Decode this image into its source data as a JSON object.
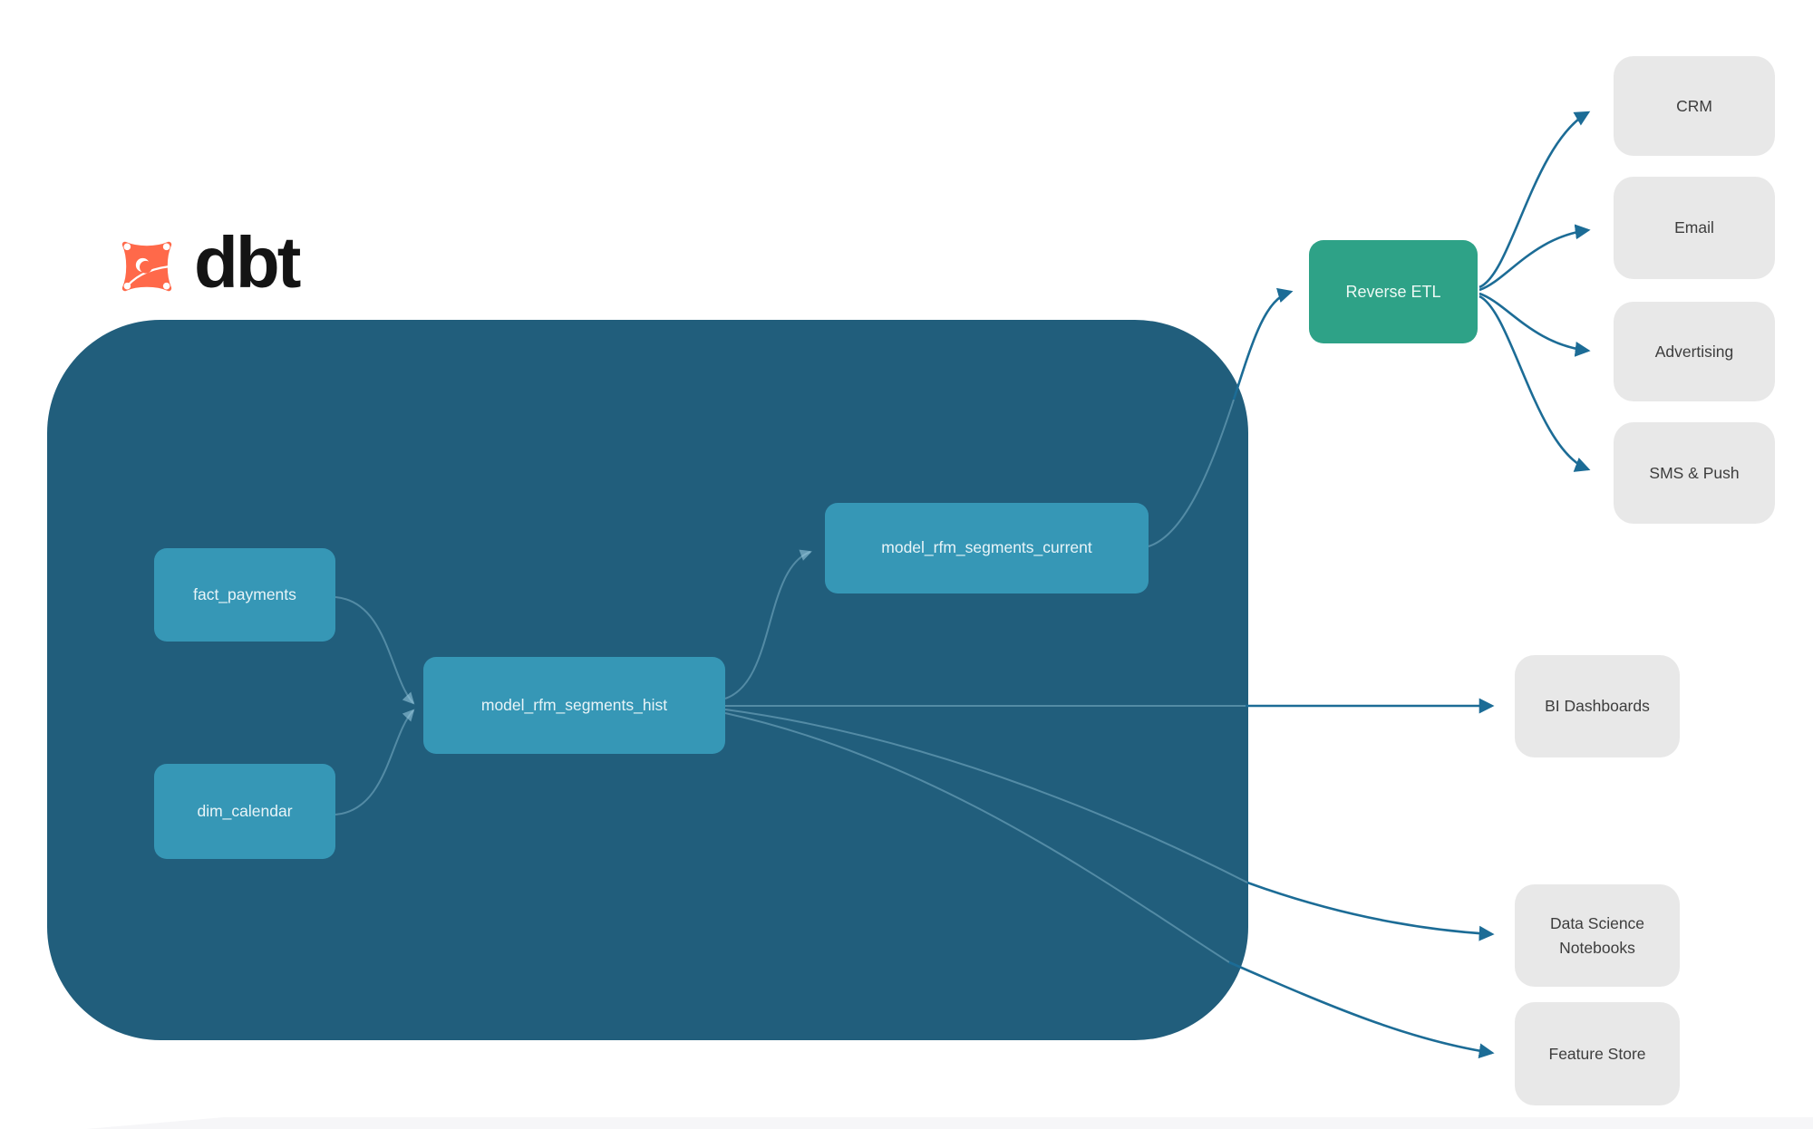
{
  "logo": {
    "brand": "dbt"
  },
  "diagram": {
    "models": [
      {
        "id": "fact_payments",
        "label": "fact_payments"
      },
      {
        "id": "dim_calendar",
        "label": "dim_calendar"
      },
      {
        "id": "model_rfm_segments_hist",
        "label": "model_rfm_segments_hist"
      },
      {
        "id": "model_rfm_segments_current",
        "label": "model_rfm_segments_current"
      }
    ],
    "etl": {
      "id": "reverse_etl",
      "label": "Reverse ETL"
    },
    "destinations": [
      {
        "id": "crm",
        "label": "CRM"
      },
      {
        "id": "email",
        "label": "Email"
      },
      {
        "id": "advertising",
        "label": "Advertising"
      },
      {
        "id": "sms_push",
        "label": "SMS & Push"
      },
      {
        "id": "bi_dashboards",
        "label": "BI Dashboards"
      },
      {
        "id": "data_science_notebooks",
        "label": "Data Science Notebooks"
      },
      {
        "id": "feature_store",
        "label": "Feature Store"
      }
    ],
    "edges": [
      {
        "from": "fact_payments",
        "to": "model_rfm_segments_hist"
      },
      {
        "from": "dim_calendar",
        "to": "model_rfm_segments_hist"
      },
      {
        "from": "model_rfm_segments_hist",
        "to": "model_rfm_segments_current"
      },
      {
        "from": "model_rfm_segments_current",
        "to": "reverse_etl"
      },
      {
        "from": "reverse_etl",
        "to": "crm"
      },
      {
        "from": "reverse_etl",
        "to": "email"
      },
      {
        "from": "reverse_etl",
        "to": "advertising"
      },
      {
        "from": "reverse_etl",
        "to": "sms_push"
      },
      {
        "from": "model_rfm_segments_hist",
        "to": "bi_dashboards"
      },
      {
        "from": "model_rfm_segments_hist",
        "to": "data_science_notebooks"
      },
      {
        "from": "model_rfm_segments_hist",
        "to": "feature_store"
      }
    ],
    "colors": {
      "container": "#215e7c",
      "model_node": "#3697b6",
      "etl_green": "#2ea287",
      "destination_gray": "#e8e8e8",
      "edge": "#1c6c96",
      "logo_orange": "#ff694a",
      "logo_text": "#141414"
    }
  }
}
